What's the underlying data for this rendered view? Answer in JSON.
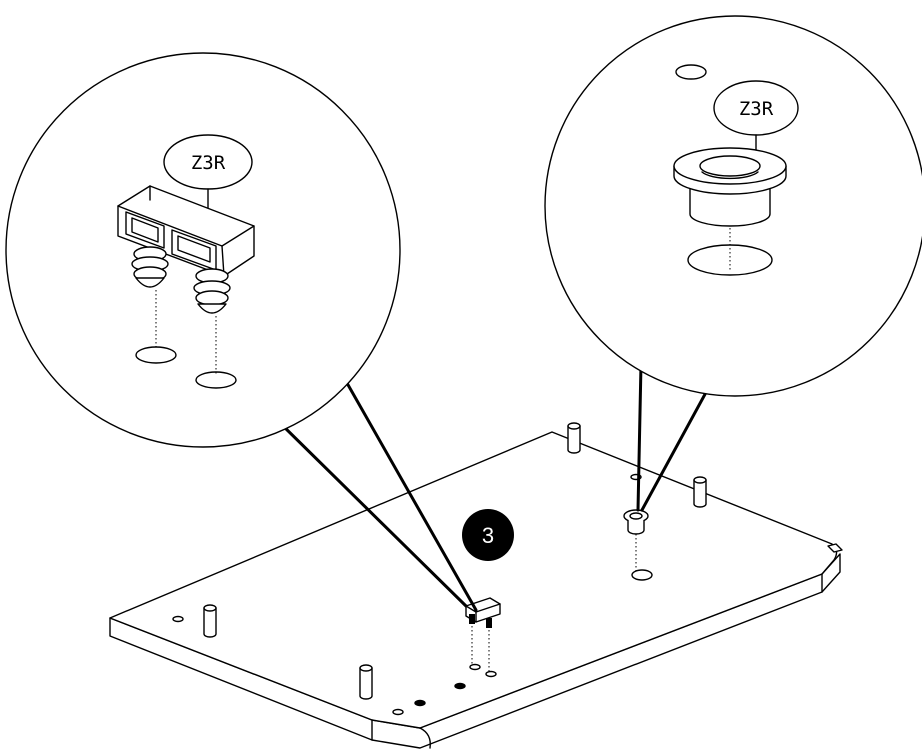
{
  "step": {
    "number": "3"
  },
  "callouts": {
    "left_label": "Z3R",
    "right_label": "Z3R"
  },
  "colors": {
    "ink": "#000000",
    "paper": "#ffffff"
  },
  "icons": {
    "left_part": "dual-grommet-clip-icon",
    "right_part": "flanged-bushing-icon"
  }
}
